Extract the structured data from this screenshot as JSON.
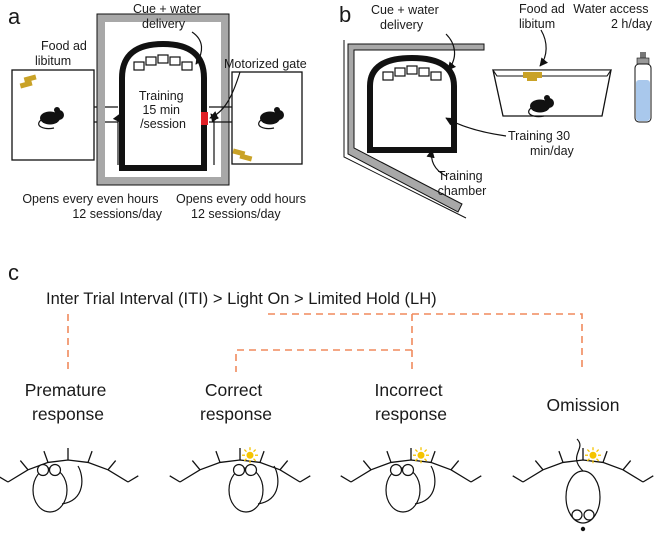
{
  "panels": {
    "a": {
      "letter": "a",
      "cue_label": [
        "Cue + water",
        "delivery"
      ],
      "food_label": [
        "Food ad",
        "libitum"
      ],
      "gate_label": "Motorized gate",
      "training_label": [
        "Training",
        "15 min",
        "/session"
      ],
      "even_label": [
        "Opens every even hours",
        "12 sessions/day"
      ],
      "odd_label": [
        "Opens every odd hours",
        "12 sessions/day"
      ]
    },
    "b": {
      "letter": "b",
      "cue_label": [
        "Cue + water",
        "delivery"
      ],
      "food_label": [
        "Food ad",
        "libitum"
      ],
      "water_label": [
        "Water access",
        "2 h/day"
      ],
      "training_label": [
        "Training 30",
        "min/day"
      ],
      "chamber_label": [
        "Training",
        "chamber"
      ]
    },
    "c": {
      "letter": "c",
      "sequence": "Inter Trial Interval (ITI) > Light On > Limited Hold (LH)",
      "outcomes": [
        {
          "lines": [
            "Premature",
            "response"
          ],
          "color": "#e8493f"
        },
        {
          "lines": [
            "Correct",
            "response"
          ],
          "color": "#1fa24a"
        },
        {
          "lines": [
            "Incorrect",
            "response"
          ],
          "color": "#e8493f"
        },
        {
          "lines": [
            "Omission"
          ],
          "color": "#e8493f"
        }
      ]
    }
  },
  "colors": {
    "food": "#c9a227",
    "gate": "#e01f26",
    "wall_gray": "#a8a8a8",
    "connector": "#f08a5d",
    "light": "#f5c400",
    "water": "#a9c8ec"
  }
}
